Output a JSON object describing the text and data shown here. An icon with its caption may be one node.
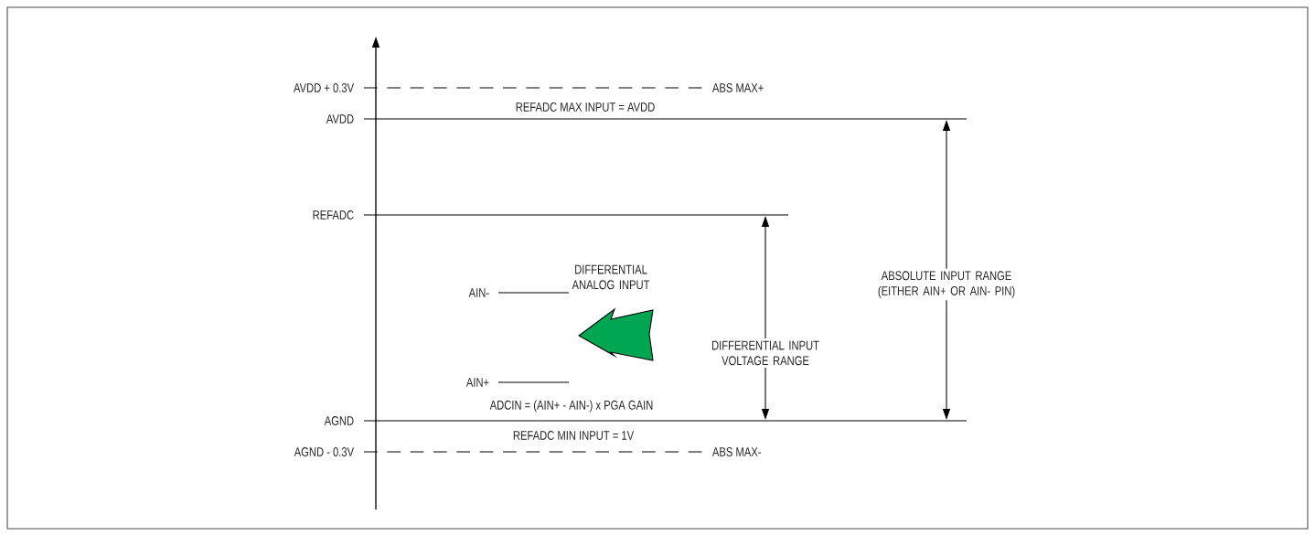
{
  "diagram": {
    "labels": [
      "AVDD + 0.3V",
      "ABS MAX+",
      "AVDD",
      "REFADC MAX INPUT = AVDD",
      "REFADC",
      "DIFFERENTIAL ANALOG INPUT",
      "AIN-",
      "ABSOLUTE INPUT RANGE (EITHER AIN+ OR AIN- PIN)",
      "DIFFERENTIAL INPUT VOLTAGE RANGE",
      "AIN+",
      "ADCIN = (AIN+ - AIN-) x PGA GAIN",
      "AGND",
      "REFADC MIN INPUT = 1V",
      "AGND - 0.3V",
      "ABS MAX-"
    ]
  }
}
